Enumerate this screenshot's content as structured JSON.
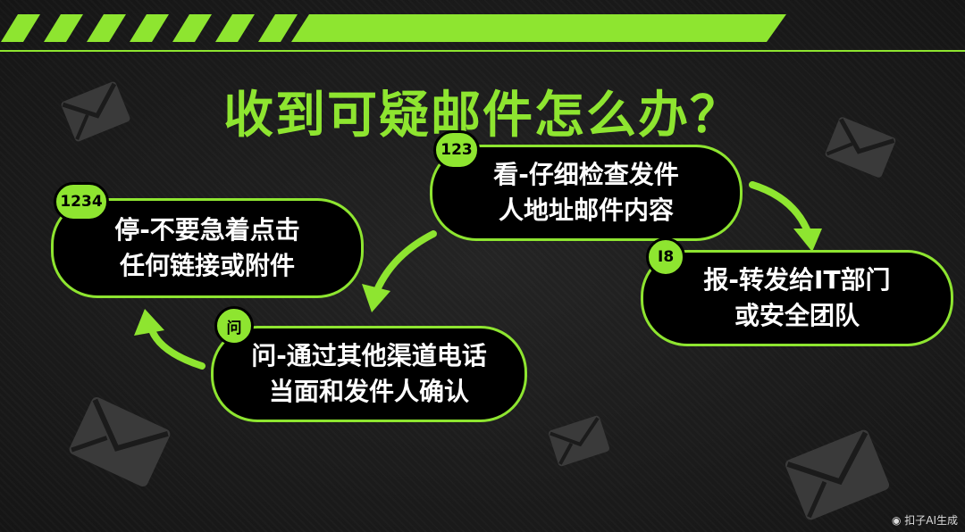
{
  "title": "收到可疑邮件怎么办？",
  "steps": {
    "see": {
      "badge": "123",
      "line1": "看-仔细检查发件",
      "line2": "人地址邮件内容"
    },
    "report": {
      "badge": "I8",
      "line1": "报-转发给IT部门",
      "line2": "或安全团队"
    },
    "ask": {
      "badge": "问",
      "line1": "问-通过其他渠道电话",
      "line2": "当面和发件人确认"
    },
    "stop": {
      "badge": "1234",
      "line1": "停-不要急着点击",
      "line2": "任何链接或附件"
    }
  },
  "watermark": "扣子AI生成",
  "colors": {
    "accent": "#8ee530",
    "background": "#1b1b1b",
    "node_fill": "#000000",
    "text": "#ffffff"
  },
  "icons": {
    "decoration": "envelope-icon",
    "flow": "curved-arrow"
  }
}
